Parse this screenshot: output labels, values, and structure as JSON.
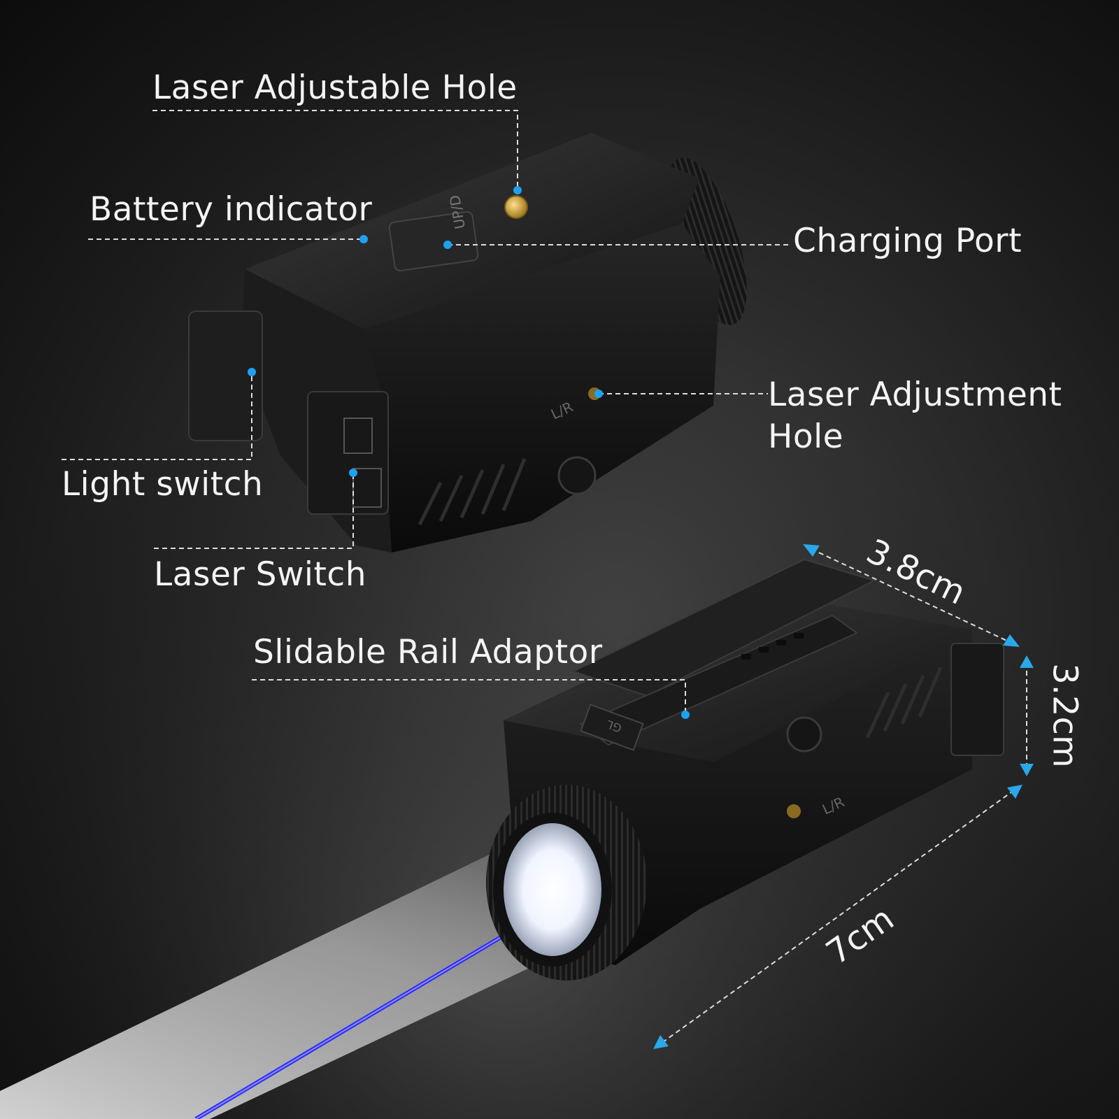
{
  "callouts": {
    "laser_adjustable_hole": "Laser Adjustable Hole",
    "battery_indicator": "Battery indicator",
    "charging_port": "Charging Port",
    "laser_adjustment_hole_line1": "Laser Adjustment",
    "laser_adjustment_hole_line2": "Hole",
    "light_switch": "Light switch",
    "laser_switch": "Laser Switch",
    "slidable_rail_adaptor": "Slidable Rail Adaptor"
  },
  "dimensions": {
    "width": "3.8cm",
    "height": "3.2cm",
    "length": "7cm"
  },
  "product_markings": {
    "top_label": "UP/D",
    "side_label": "L/R",
    "rail_label": "GL"
  },
  "colors": {
    "marker_dot": "#1da1f2",
    "leader_line": "#dddddd",
    "dimension_arrow": "#29a8ea",
    "laser_beam": "#2a2aff",
    "light_beam": "#ffffff",
    "brass_dial": "#c8a040"
  }
}
